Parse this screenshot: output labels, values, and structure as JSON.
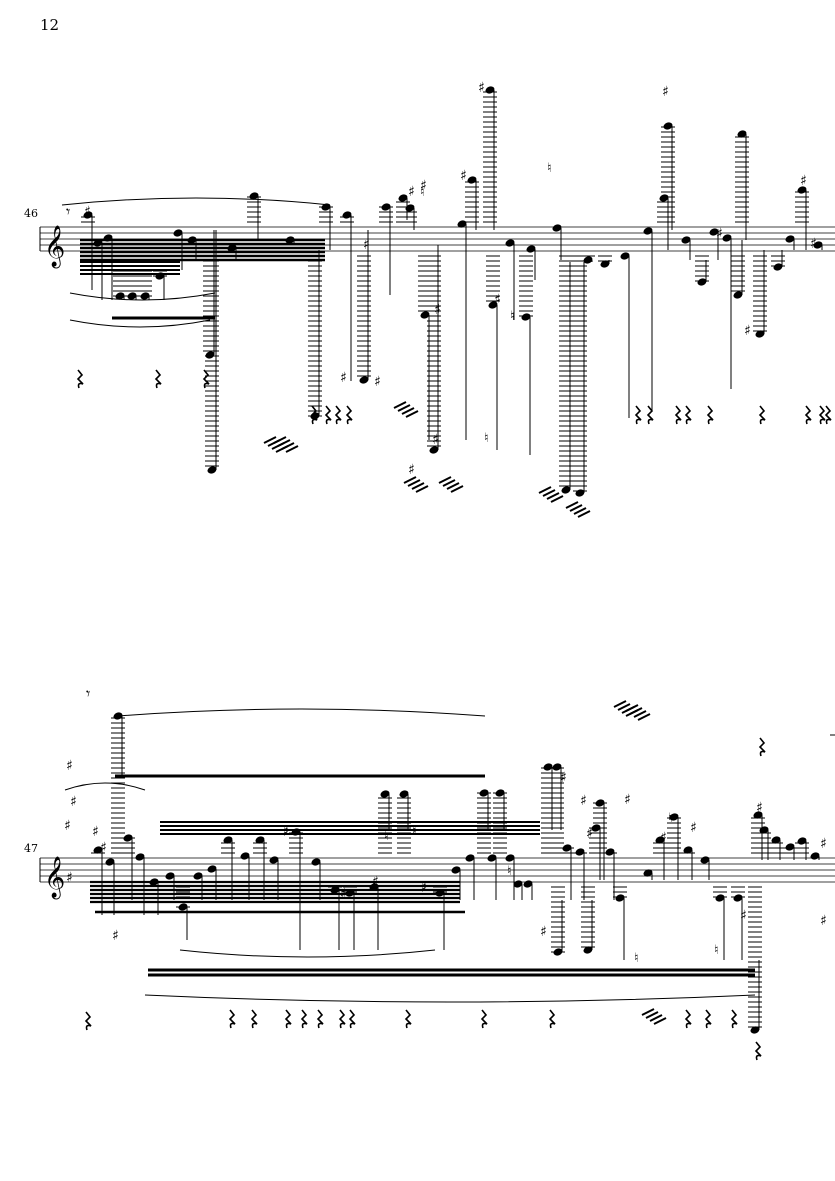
{
  "page": {
    "number": "12"
  },
  "systems": [
    {
      "measure_number": "46",
      "clef": "treble-clef"
    },
    {
      "measure_number": "47",
      "clef": "treble-clef"
    }
  ],
  "glyphs": {
    "sharp": "♯",
    "natural": "♮",
    "treble_clef": "𝄞"
  },
  "colors": {
    "ink": "#000000",
    "paper": "#ffffff"
  }
}
